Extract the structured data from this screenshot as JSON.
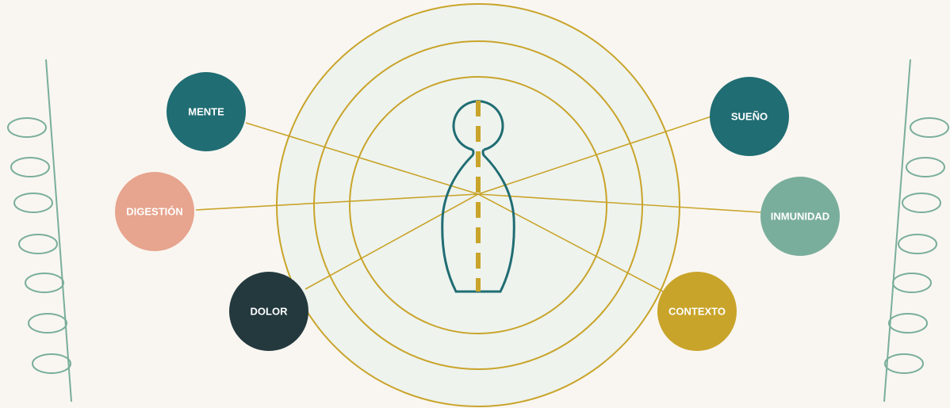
{
  "diagram": {
    "colors": {
      "background": "#f9f6f1",
      "rings_fill": "#eef3ee",
      "ring_stroke": "#c9a42a",
      "connector": "#c9a42a",
      "figure_outline": "#206d73",
      "figure_axis": "#c9a42a",
      "decor": "#7aae9c"
    },
    "nodes": [
      {
        "id": "mente",
        "label": "MENTE",
        "color": "#206d73"
      },
      {
        "id": "sueno",
        "label": "SUEÑO",
        "color": "#206d73"
      },
      {
        "id": "digestion",
        "label": "DIGESTIÓN",
        "color": "#e7a48e"
      },
      {
        "id": "inmunidad",
        "label": "INMUNIDAD",
        "color": "#7aae9c"
      },
      {
        "id": "dolor",
        "label": "DOLOR",
        "color": "#23393e"
      },
      {
        "id": "contexto",
        "label": "CONTEXTO",
        "color": "#c9a42a"
      }
    ]
  }
}
